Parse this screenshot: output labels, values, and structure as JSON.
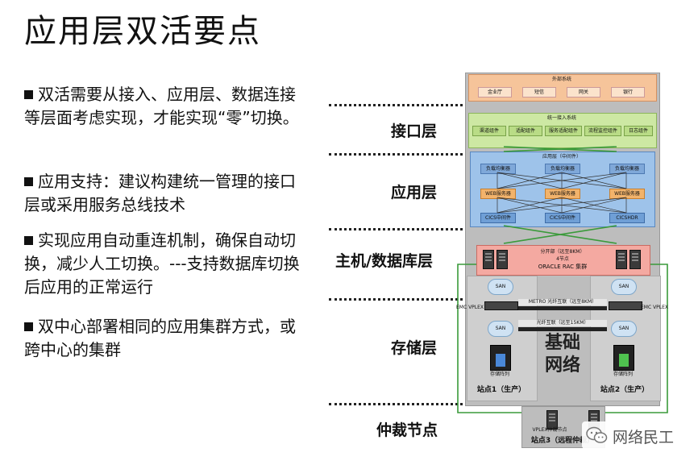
{
  "title": "应用层双活要点",
  "bullets": [
    "双活需要从接入、应用层、数据连接等层面考虑实现，才能实现“零”切换。",
    "应用支持：建议构建统一管理的接口层或采用服务总线技术",
    "实现应用自动重连机制，确保自动切换，减少人工切换。---支持数据库切换后应用的正常运行",
    "双中心部署相同的应用集群方式，或跨中心的集群"
  ],
  "layers": {
    "access": "接口层",
    "app": "应用层",
    "host_db": "主机/数据库层",
    "storage": "存储层",
    "arbiter": "仲裁节点"
  },
  "diagram": {
    "external": {
      "title": "外部系统",
      "items": [
        "金业厅",
        "短信",
        "网关",
        "银行"
      ]
    },
    "access_layer": {
      "title": "统一接入系统",
      "items": [
        "渠道组件",
        "适配组件",
        "服务适配组件",
        "流程监控组件",
        "日志组件"
      ]
    },
    "app_layer": {
      "title": "应用层（中间件）",
      "lbs": [
        "负载均衡器",
        "负载均衡器",
        "负载均衡器"
      ],
      "webs": [
        "WEB服务器",
        "WEB服务器",
        "WEB服务器"
      ],
      "apps": [
        "CICS中间件",
        "CICS中间件",
        "CICSHDR"
      ]
    },
    "db_layer": {
      "line1": "分开部（远至8KM）",
      "line2": "4节点",
      "line3": "ORACLE RAC 集群"
    },
    "san": "SAN",
    "emc_left": "EMC VPLEX",
    "emc_right": "EMC VPLEX",
    "metro": "METRO 光纤互联（远至8KM）",
    "fiber": "光纤互联（远至15KM）",
    "storage_left": "存储阵列",
    "storage_right": "存储阵列",
    "network": "基础网络",
    "site1": "站点1（生产）",
    "site2": "站点2（生产）",
    "site3": "站点3（远程仲裁）",
    "arbiter_label": "VPLEX仲裁节点"
  },
  "watermark": "网络民工"
}
